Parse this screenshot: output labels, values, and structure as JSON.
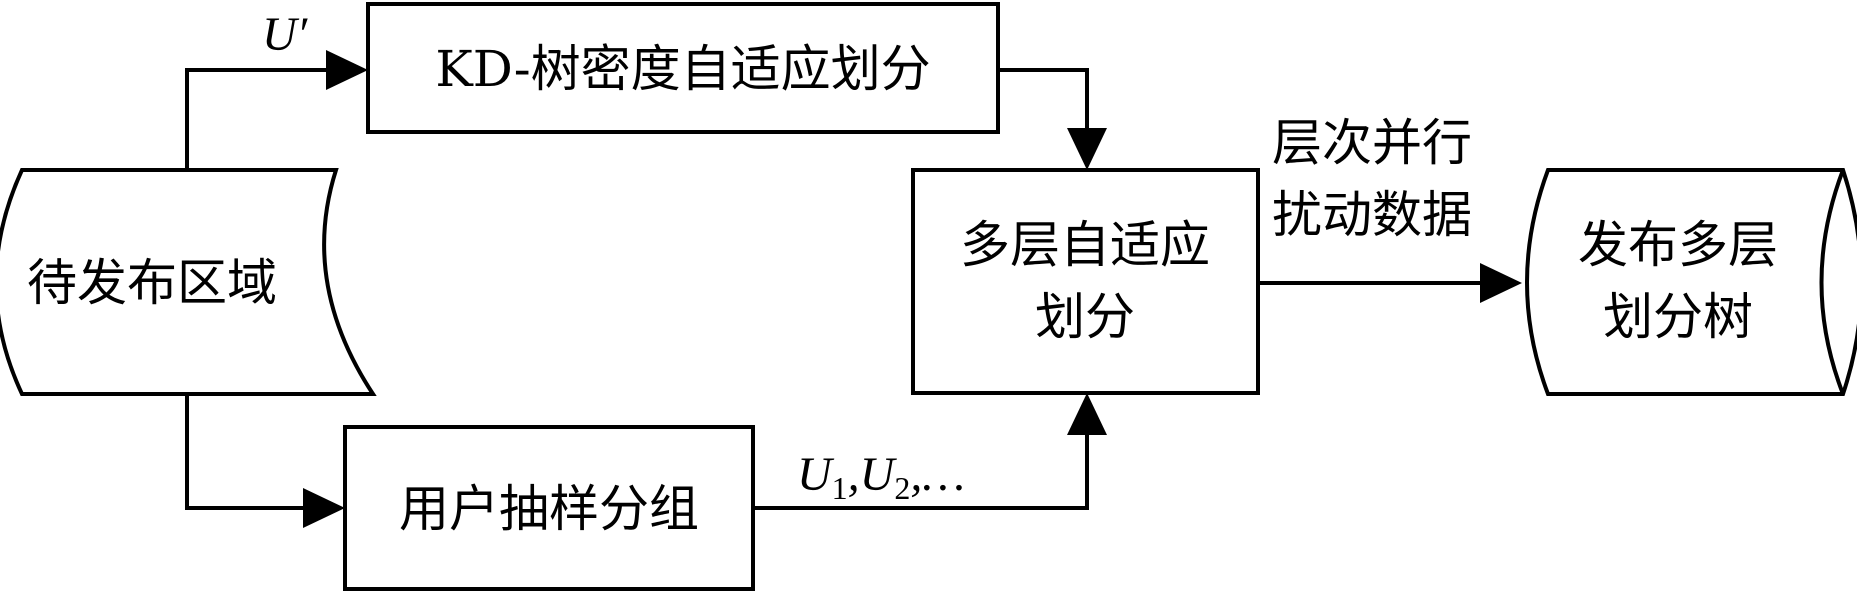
{
  "nodes": {
    "source_region": {
      "label": "待发布区域"
    },
    "kd_partition": {
      "label": "KD-树密度自适应划分"
    },
    "user_sampling": {
      "label": "用户抽样分组"
    },
    "multilevel_partition": {
      "lines": [
        "多层自适应",
        "划分"
      ]
    },
    "published_tree": {
      "lines": [
        "发布多层",
        "划分树"
      ]
    }
  },
  "edges": {
    "u_prime": {
      "label": "U′"
    },
    "u_groups": {
      "u": "U",
      "sub1": "1",
      "sep": ",",
      "sub2": "2",
      "tail": ",…"
    },
    "perturb": {
      "lines": [
        "层次并行",
        "扰动数据"
      ]
    }
  },
  "colors": {
    "stroke": "#000000",
    "background": "#ffffff"
  }
}
